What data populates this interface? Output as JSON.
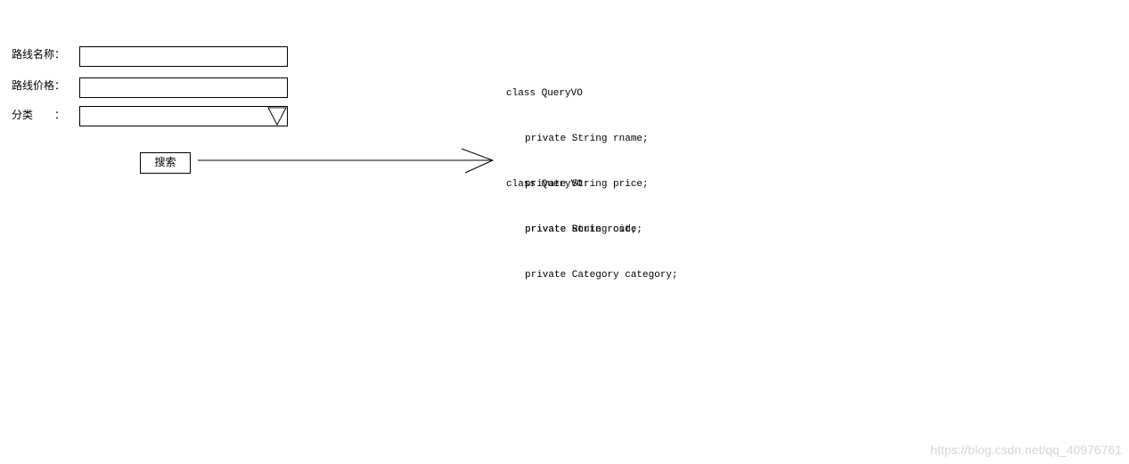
{
  "form": {
    "route_name_label": "路线名称：",
    "route_price_label": "路线价格：",
    "category_label": "分类　　：",
    "route_name_value": "",
    "route_price_value": "",
    "category_value": "",
    "search_button_label": "搜索"
  },
  "code": {
    "block1": {
      "header": "class QueryVO",
      "fields": [
        "private String rname;",
        "private String price;",
        "private String cid;"
      ]
    },
    "block2": {
      "header": "class QueryVO:",
      "fields": [
        "private Route route;",
        "private Category category;"
      ]
    }
  },
  "watermark": "https://blog.csdn.net/qq_40976761"
}
